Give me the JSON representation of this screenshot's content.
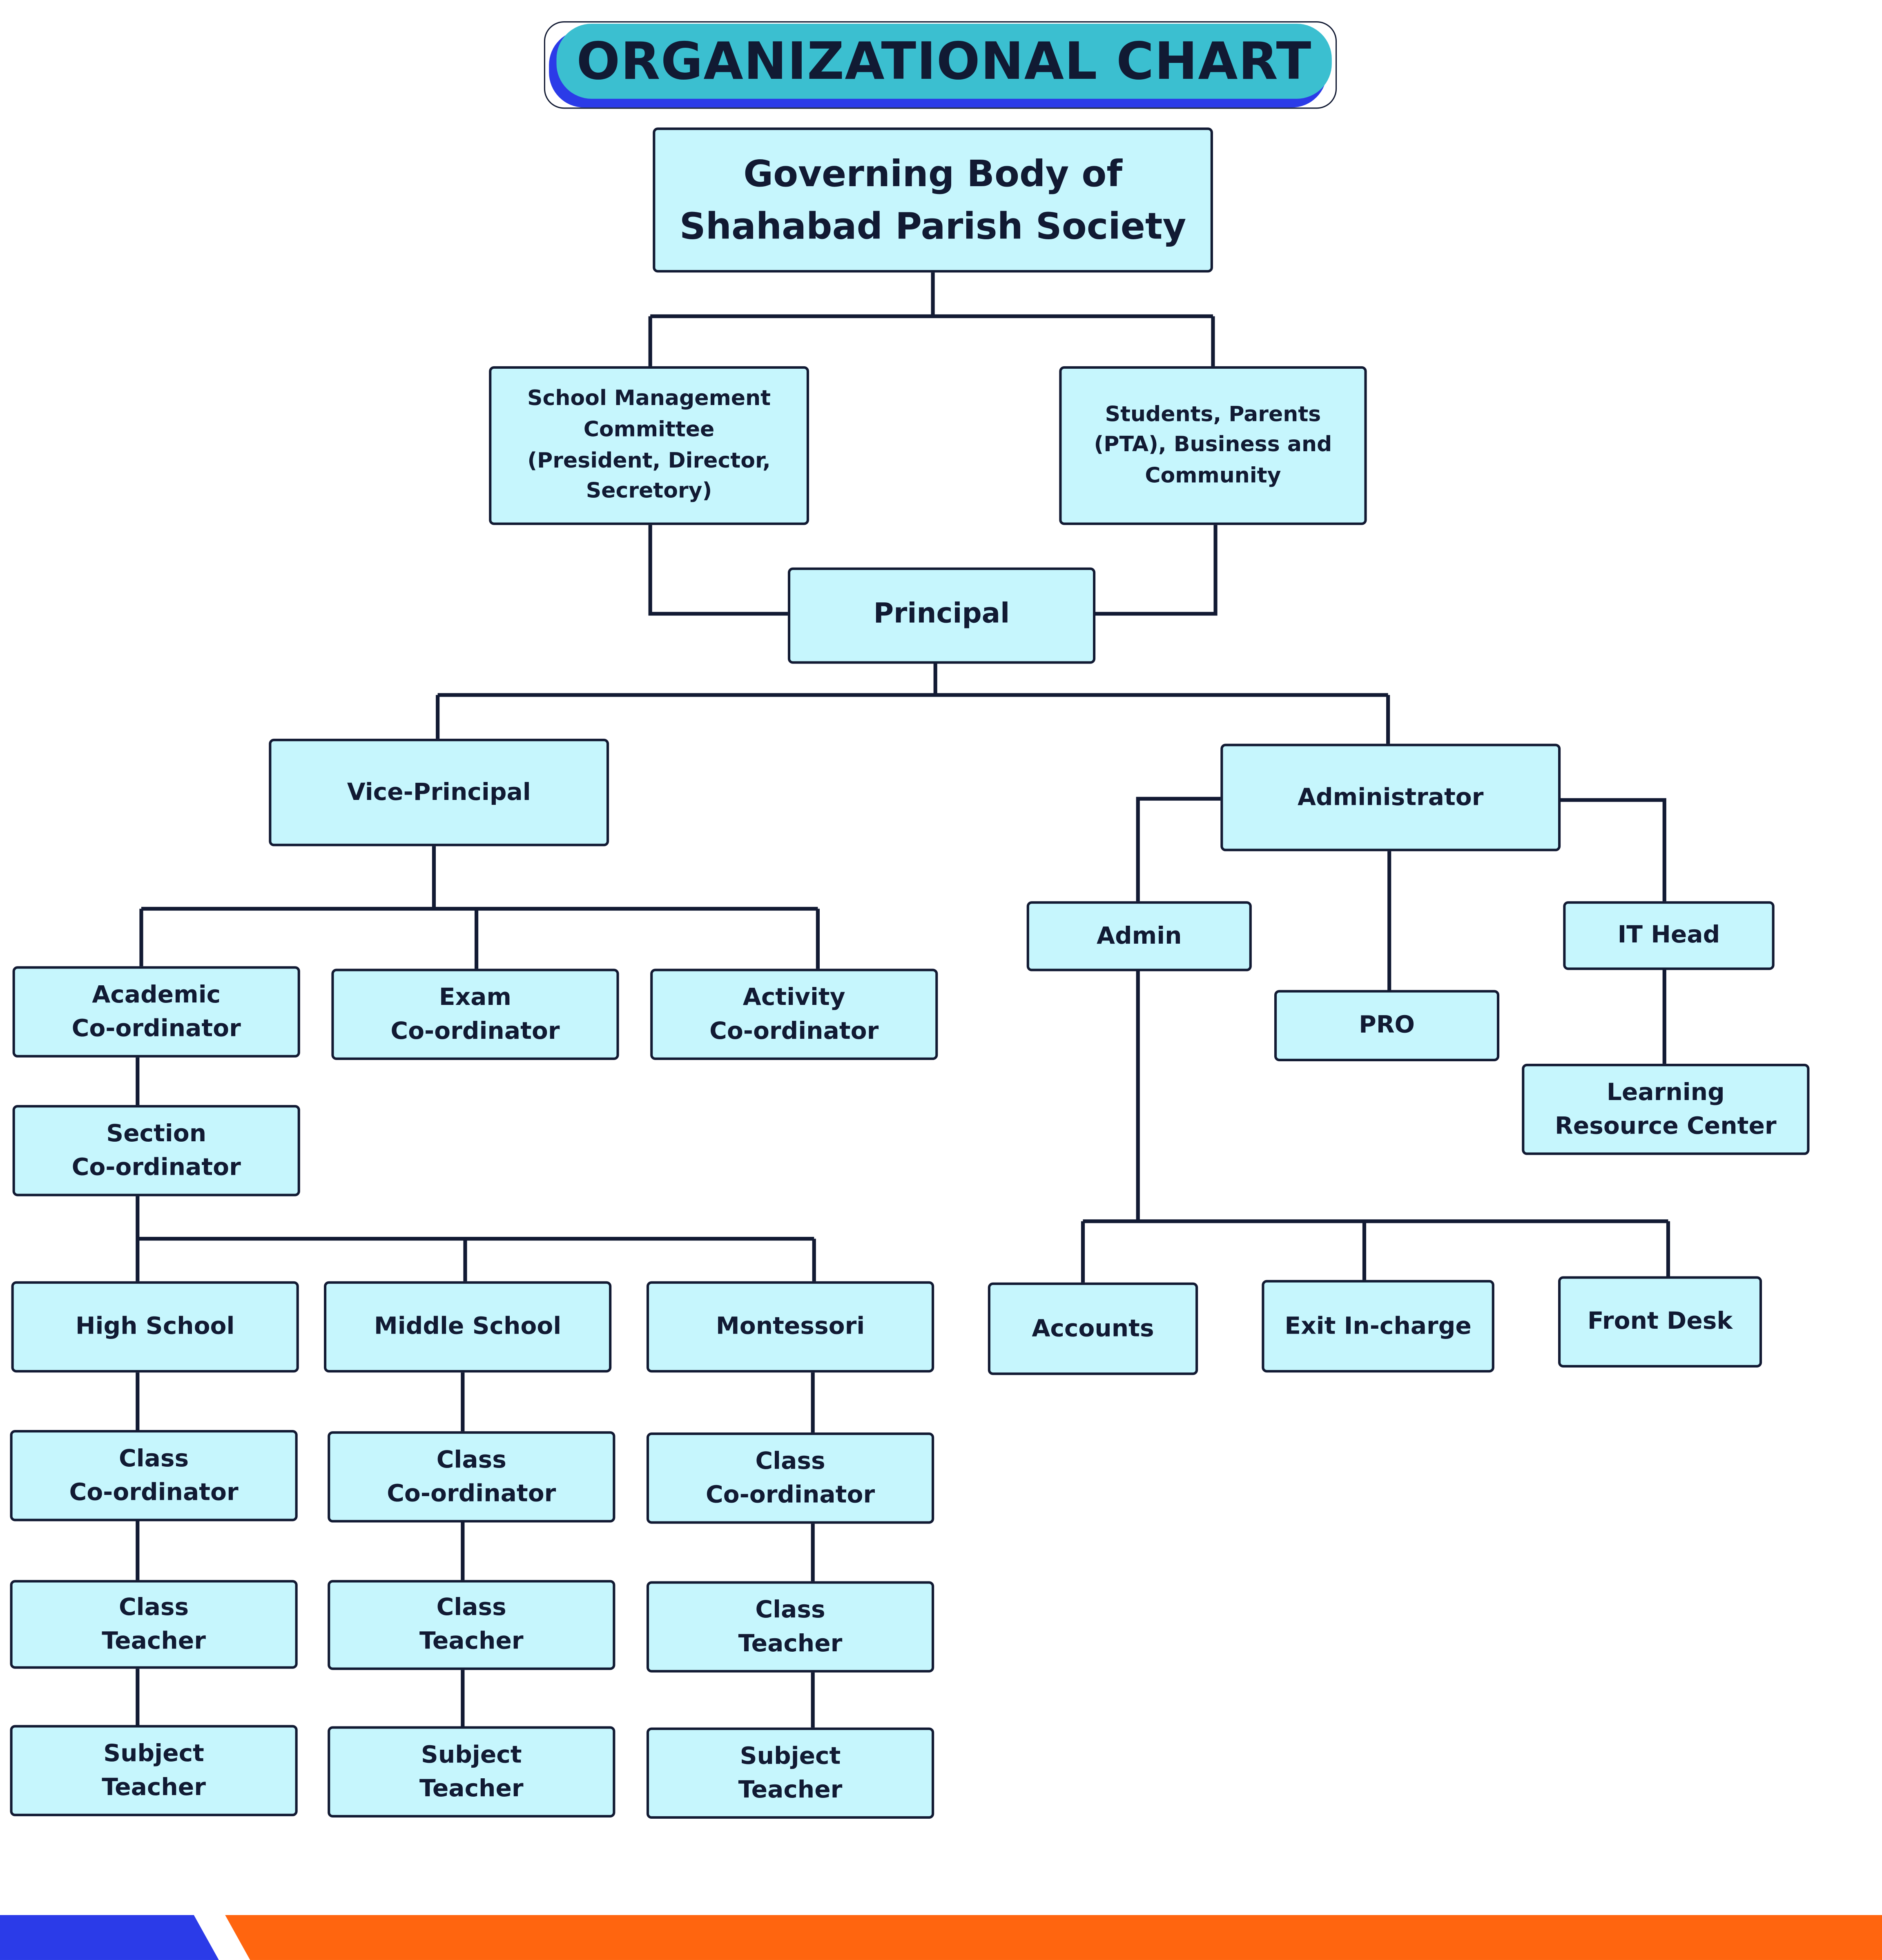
{
  "title": "ORGANIZATIONAL CHART",
  "colors": {
    "node_fill": "#c6f6fd",
    "border": "#121a33",
    "title_pill": "#3bbfd0",
    "title_shadow": "#2b3be8",
    "footer_blue": "#2b3be8",
    "footer_orange": "#ff650f"
  },
  "nodes": {
    "governing_body": "Governing Body of\nShahabad Parish Society",
    "school_management": "School Management\nCommittee\n(President, Director,\nSecretory)",
    "stakeholders": "Students, Parents\n(PTA), Business and\nCommunity",
    "principal": "Principal",
    "vice_principal": "Vice-Principal",
    "administrator": "Administrator",
    "academic_coordinator": "Academic\nCo-ordinator",
    "exam_coordinator": "Exam\nCo-ordinator",
    "activity_coordinator": "Activity\nCo-ordinator",
    "section_coordinator": "Section\nCo-ordinator",
    "admin": "Admin",
    "pro": "PRO",
    "it_head": "IT Head",
    "learning_resource_center": "Learning\nResource Center",
    "high_school": "High School",
    "middle_school": "Middle School",
    "montessori": "Montessori",
    "accounts": "Accounts",
    "exit_incharge": "Exit In-charge",
    "front_desk": "Front Desk",
    "hs_class_coordinator": "Class\nCo-ordinator",
    "ms_class_coordinator": "Class\nCo-ordinator",
    "mo_class_coordinator": "Class\nCo-ordinator",
    "hs_class_teacher": "Class\nTeacher",
    "ms_class_teacher": "Class\nTeacher",
    "mo_class_teacher": "Class\nTeacher",
    "hs_subject_teacher": "Subject\nTeacher",
    "ms_subject_teacher": "Subject\nTeacher",
    "mo_subject_teacher": "Subject\nTeacher"
  }
}
